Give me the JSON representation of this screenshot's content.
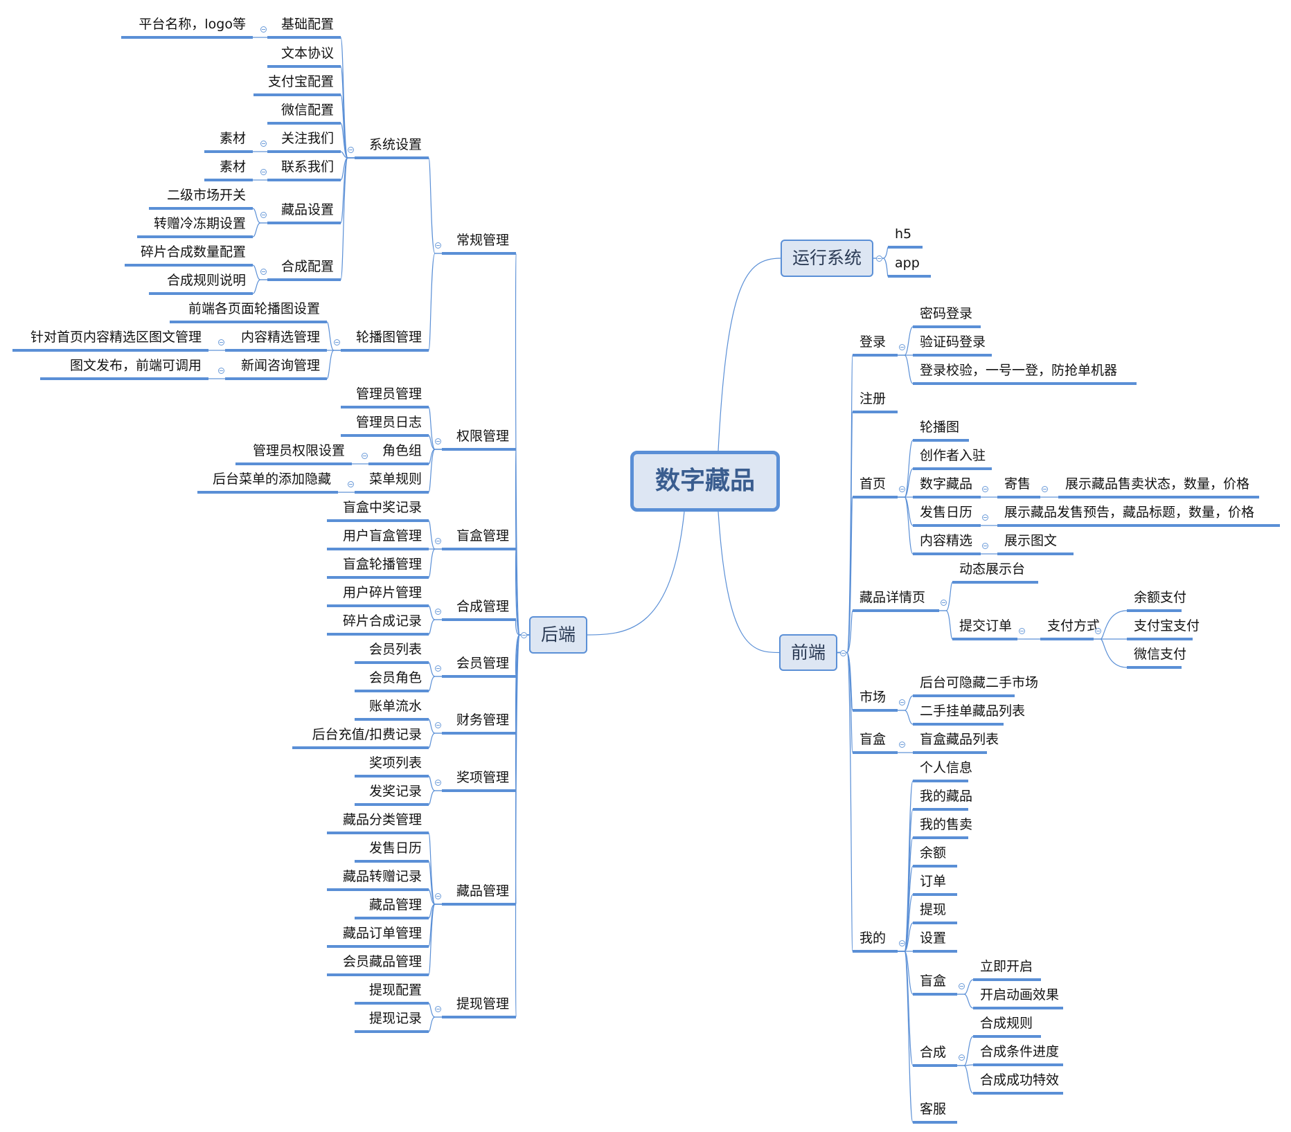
{
  "root": "数字藏品",
  "colors": {
    "line": "#5a8fd6",
    "box_fill": "#dde6f3",
    "root_text": "#3a5d8f"
  },
  "toggle_icon": "collapse-minus-circle",
  "backend": {
    "label": "后端",
    "groups": [
      {
        "label": "常规管理",
        "children": [
          {
            "label": "系统设置",
            "children": [
              {
                "label": "基础配置",
                "children": [
                  "平台名称，logo等"
                ]
              },
              {
                "label": "文本协议"
              },
              {
                "label": "支付宝配置"
              },
              {
                "label": "微信配置"
              },
              {
                "label": "关注我们",
                "children": [
                  "素材"
                ]
              },
              {
                "label": "联系我们",
                "children": [
                  "素材"
                ]
              },
              {
                "label": "藏品设置",
                "children": [
                  "二级市场开关",
                  "转赠冷冻期设置"
                ]
              },
              {
                "label": "合成配置",
                "children": [
                  "碎片合成数量配置",
                  "合成规则说明"
                ]
              }
            ]
          },
          {
            "label": "轮播图管理",
            "children": [
              {
                "label": "前端各页面轮播图设置"
              },
              {
                "label": "内容精选管理",
                "children": [
                  "针对首页内容精选区图文管理"
                ]
              },
              {
                "label": "新闻咨询管理",
                "children": [
                  "图文发布，前端可调用"
                ]
              }
            ]
          }
        ]
      },
      {
        "label": "权限管理",
        "children": [
          {
            "label": "管理员管理"
          },
          {
            "label": "管理员日志"
          },
          {
            "label": "角色组",
            "children": [
              "管理员权限设置"
            ]
          },
          {
            "label": "菜单规则",
            "children": [
              "后台菜单的添加隐藏"
            ]
          }
        ]
      },
      {
        "label": "盲盒管理",
        "children": [
          {
            "label": "盲盒中奖记录"
          },
          {
            "label": "用户盲盒管理"
          },
          {
            "label": "盲盒轮播管理"
          }
        ]
      },
      {
        "label": "合成管理",
        "children": [
          {
            "label": "用户碎片管理"
          },
          {
            "label": "碎片合成记录"
          }
        ]
      },
      {
        "label": "会员管理",
        "children": [
          {
            "label": "会员列表"
          },
          {
            "label": "会员角色"
          }
        ]
      },
      {
        "label": "财务管理",
        "children": [
          {
            "label": "账单流水"
          },
          {
            "label": "后台充值/扣费记录"
          }
        ]
      },
      {
        "label": "奖项管理",
        "children": [
          {
            "label": "奖项列表"
          },
          {
            "label": "发奖记录"
          }
        ]
      },
      {
        "label": "藏品管理",
        "children": [
          {
            "label": "藏品分类管理"
          },
          {
            "label": "发售日历"
          },
          {
            "label": "藏品转赠记录"
          },
          {
            "label": "藏品管理"
          },
          {
            "label": "藏品订单管理"
          },
          {
            "label": "会员藏品管理"
          }
        ]
      },
      {
        "label": "提现管理",
        "children": [
          {
            "label": "提现配置"
          },
          {
            "label": "提现记录"
          }
        ]
      }
    ]
  },
  "runtime": {
    "label": "运行系统",
    "children": [
      "h5",
      "app"
    ]
  },
  "frontend": {
    "label": "前端",
    "groups": [
      {
        "label": "登录",
        "children": [
          {
            "label": "密码登录"
          },
          {
            "label": "验证码登录"
          },
          {
            "label": "登录校验，一号一登，防抢单机器"
          }
        ]
      },
      {
        "label": "注册"
      },
      {
        "label": "首页",
        "children": [
          {
            "label": "轮播图"
          },
          {
            "label": "创作者入驻"
          },
          {
            "label": "数字藏品",
            "children": [
              {
                "label": "寄售",
                "children": [
                  "展示藏品售卖状态，数量，价格"
                ]
              }
            ]
          },
          {
            "label": "发售日历",
            "children": [
              {
                "label": "展示藏品发售预告，藏品标题，数量，价格"
              }
            ]
          },
          {
            "label": "内容精选",
            "children": [
              {
                "label": "展示图文"
              }
            ]
          }
        ]
      },
      {
        "label": "藏品详情页",
        "children": [
          {
            "label": "动态展示台"
          },
          {
            "label": "提交订单",
            "children": [
              {
                "label": "支付方式",
                "children": [
                  "余额支付",
                  "支付宝支付",
                  "微信支付"
                ]
              }
            ]
          }
        ]
      },
      {
        "label": "市场",
        "children": [
          {
            "label": "后台可隐藏二手市场"
          },
          {
            "label": "二手挂单藏品列表"
          }
        ]
      },
      {
        "label": "盲盒",
        "children": [
          {
            "label": "盲盒藏品列表"
          }
        ]
      },
      {
        "label": "我的",
        "children": [
          {
            "label": "个人信息"
          },
          {
            "label": "我的藏品"
          },
          {
            "label": "我的售卖"
          },
          {
            "label": "余额"
          },
          {
            "label": "订单"
          },
          {
            "label": "提现"
          },
          {
            "label": "设置"
          },
          {
            "label": "盲盒",
            "children": [
              "立即开启",
              "开启动画效果"
            ]
          },
          {
            "label": "合成",
            "children": [
              "合成规则",
              "合成条件进度",
              "合成成功特效"
            ]
          },
          {
            "label": "客服"
          }
        ]
      }
    ]
  }
}
